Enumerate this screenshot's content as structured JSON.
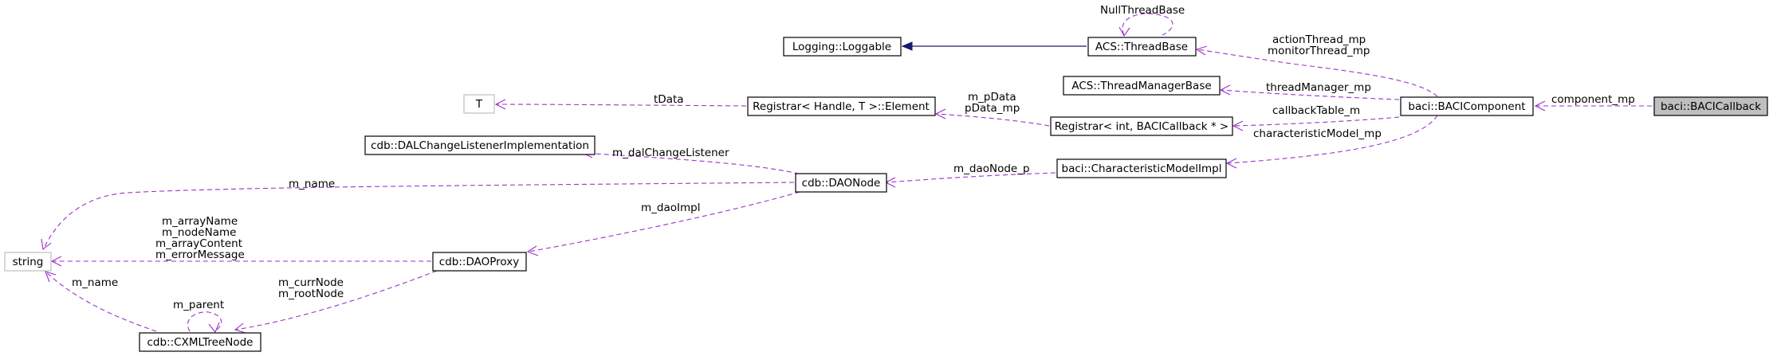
{
  "diagram": {
    "nodes": {
      "baci_callback": "baci::BACICallback",
      "baci_component": "baci::BACIComponent",
      "acs_threadbase": "ACS::ThreadBase",
      "logging_loggable": "Logging::Loggable",
      "acs_threadmanagerbase": "ACS::ThreadManagerBase",
      "registrar_int": "Registrar< int, BACICallback * >",
      "characteristic_model_impl": "baci::CharacteristicModelImpl",
      "registrar_element": "Registrar< Handle, T >::Element",
      "t_param": "T",
      "dal_change_listener": "cdb::DALChangeListenerImplementation",
      "dao_node": "cdb::DAONode",
      "dao_proxy": "cdb::DAOProxy",
      "string": "string",
      "cxml_tree_node": "cdb::CXMLTreeNode"
    },
    "edge_labels": {
      "component_mp": "component_mp",
      "null_thread_base": "NullThreadBase",
      "action_thread_mp": "actionThread_mp",
      "monitor_thread_mp": "monitorThread_mp",
      "thread_manager_mp": "threadManager_mp",
      "callback_table_m": "callbackTable_m",
      "characteristic_model_mp": "characteristicModel_mp",
      "m_pdata": "m_pData",
      "pdata_mp": "pData_mp",
      "tdata": "tData",
      "m_dao_node_p": "m_daoNode_p",
      "m_dal_change_listener": "m_dalChangeListener",
      "m_name_top": "m_name",
      "m_dao_impl": "m_daoImpl",
      "m_array_name": "m_arrayName",
      "m_node_name": "m_nodeName",
      "m_array_content": "m_arrayContent",
      "m_error_message": "m_errorMessage",
      "m_curr_node": "m_currNode",
      "m_root_node": "m_rootNode",
      "m_parent": "m_parent",
      "m_name_bottom": "m_name"
    }
  }
}
